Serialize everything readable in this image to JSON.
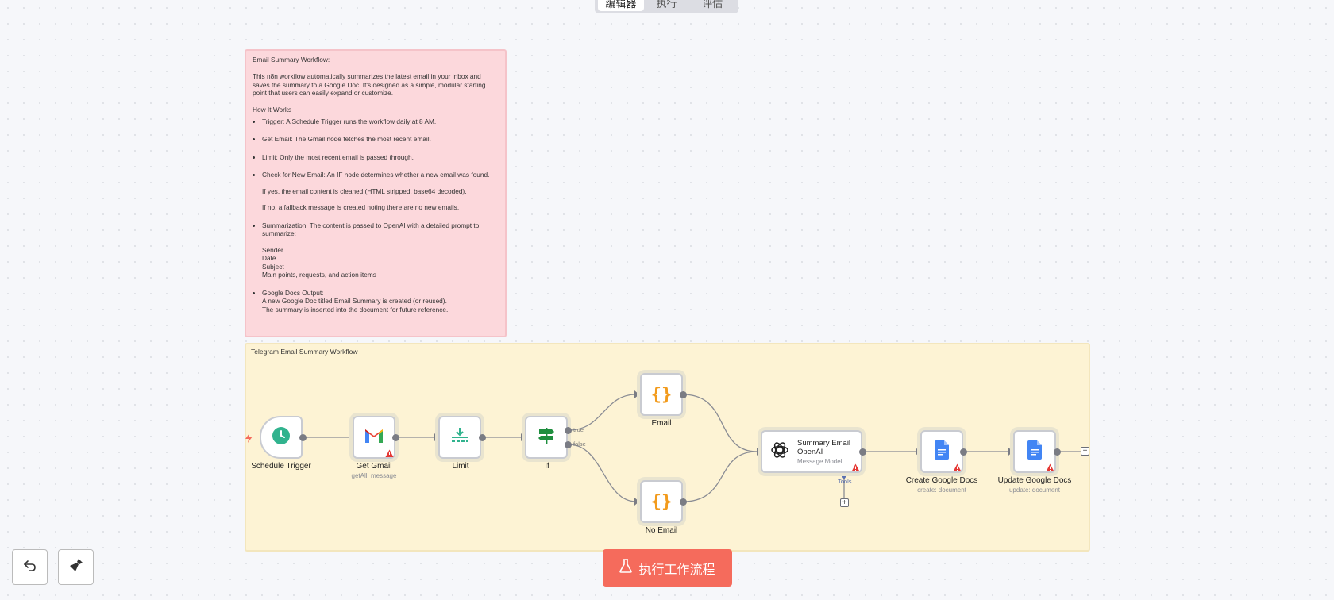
{
  "tabs": [
    {
      "label": "编辑器",
      "active": true
    },
    {
      "label": "执行",
      "active": false
    },
    {
      "label": "评估",
      "active": false
    }
  ],
  "sticky_note": {
    "title": "Email Summary Workflow:",
    "intro": "This n8n workflow automatically summarizes the latest email in your inbox and saves the summary to a Google Doc. It's designed as a simple, modular starting point that users can easily expand or customize.",
    "how_heading": "How It Works",
    "b1": "Trigger: A Schedule Trigger runs the workflow daily at 8 AM.",
    "b2": "Get Email: The Gmail node fetches the most recent email.",
    "b3": "Limit: Only the most recent email is passed through.",
    "b4": "Check for New Email: An IF node determines whether a new email was found.",
    "b4a": "If yes, the email content is cleaned (HTML stripped, base64 decoded).",
    "b4b": "If no, a fallback message is created noting there are no new emails.",
    "b5": "Summarization: The content is passed to OpenAI with a detailed prompt to summarize:",
    "b5a": "Sender",
    "b5b": "Date",
    "b5c": "Subject",
    "b5d": "Main points, requests, and action items",
    "b6": "Google Docs Output:",
    "b6a": "A new Google Doc titled Email Summary is created (or reused).",
    "b6b": "The summary is inserted into the document for future reference."
  },
  "group": {
    "title": "Telegram Email Summary Workflow"
  },
  "nodes": {
    "schedule": {
      "label": "Schedule Trigger",
      "icon": "clock-icon"
    },
    "gmail": {
      "label": "Get Gmail",
      "sub": "getAll: message",
      "icon": "gmail-icon"
    },
    "limit": {
      "label": "Limit",
      "icon": "limit-icon"
    },
    "if": {
      "label": "If",
      "icon": "signpost-icon",
      "true_label": "true",
      "false_label": "false"
    },
    "email": {
      "label": "Email",
      "icon": "code-braces-icon"
    },
    "no_email": {
      "label": "No Email",
      "icon": "code-braces-icon"
    },
    "openai": {
      "title": "Summary Email OpenAI",
      "subtitle": "Message Model",
      "tools_label": "Tools",
      "icon": "openai-icon"
    },
    "create_docs": {
      "label": "Create Google Docs",
      "sub": "create: document",
      "icon": "google-docs-icon"
    },
    "update_docs": {
      "label": "Update Google Docs",
      "sub": "update: document",
      "icon": "google-docs-icon"
    }
  },
  "run_button": {
    "label": "执行工作流程",
    "icon": "flask-icon"
  },
  "controls": {
    "undo_icon": "undo-icon",
    "clean_icon": "broom-icon"
  },
  "colors": {
    "accent": "#f56b5c",
    "sticky_pink": "#fcd8dc",
    "sticky_yellow": "#fdf3d4",
    "warning": "#e53935"
  }
}
